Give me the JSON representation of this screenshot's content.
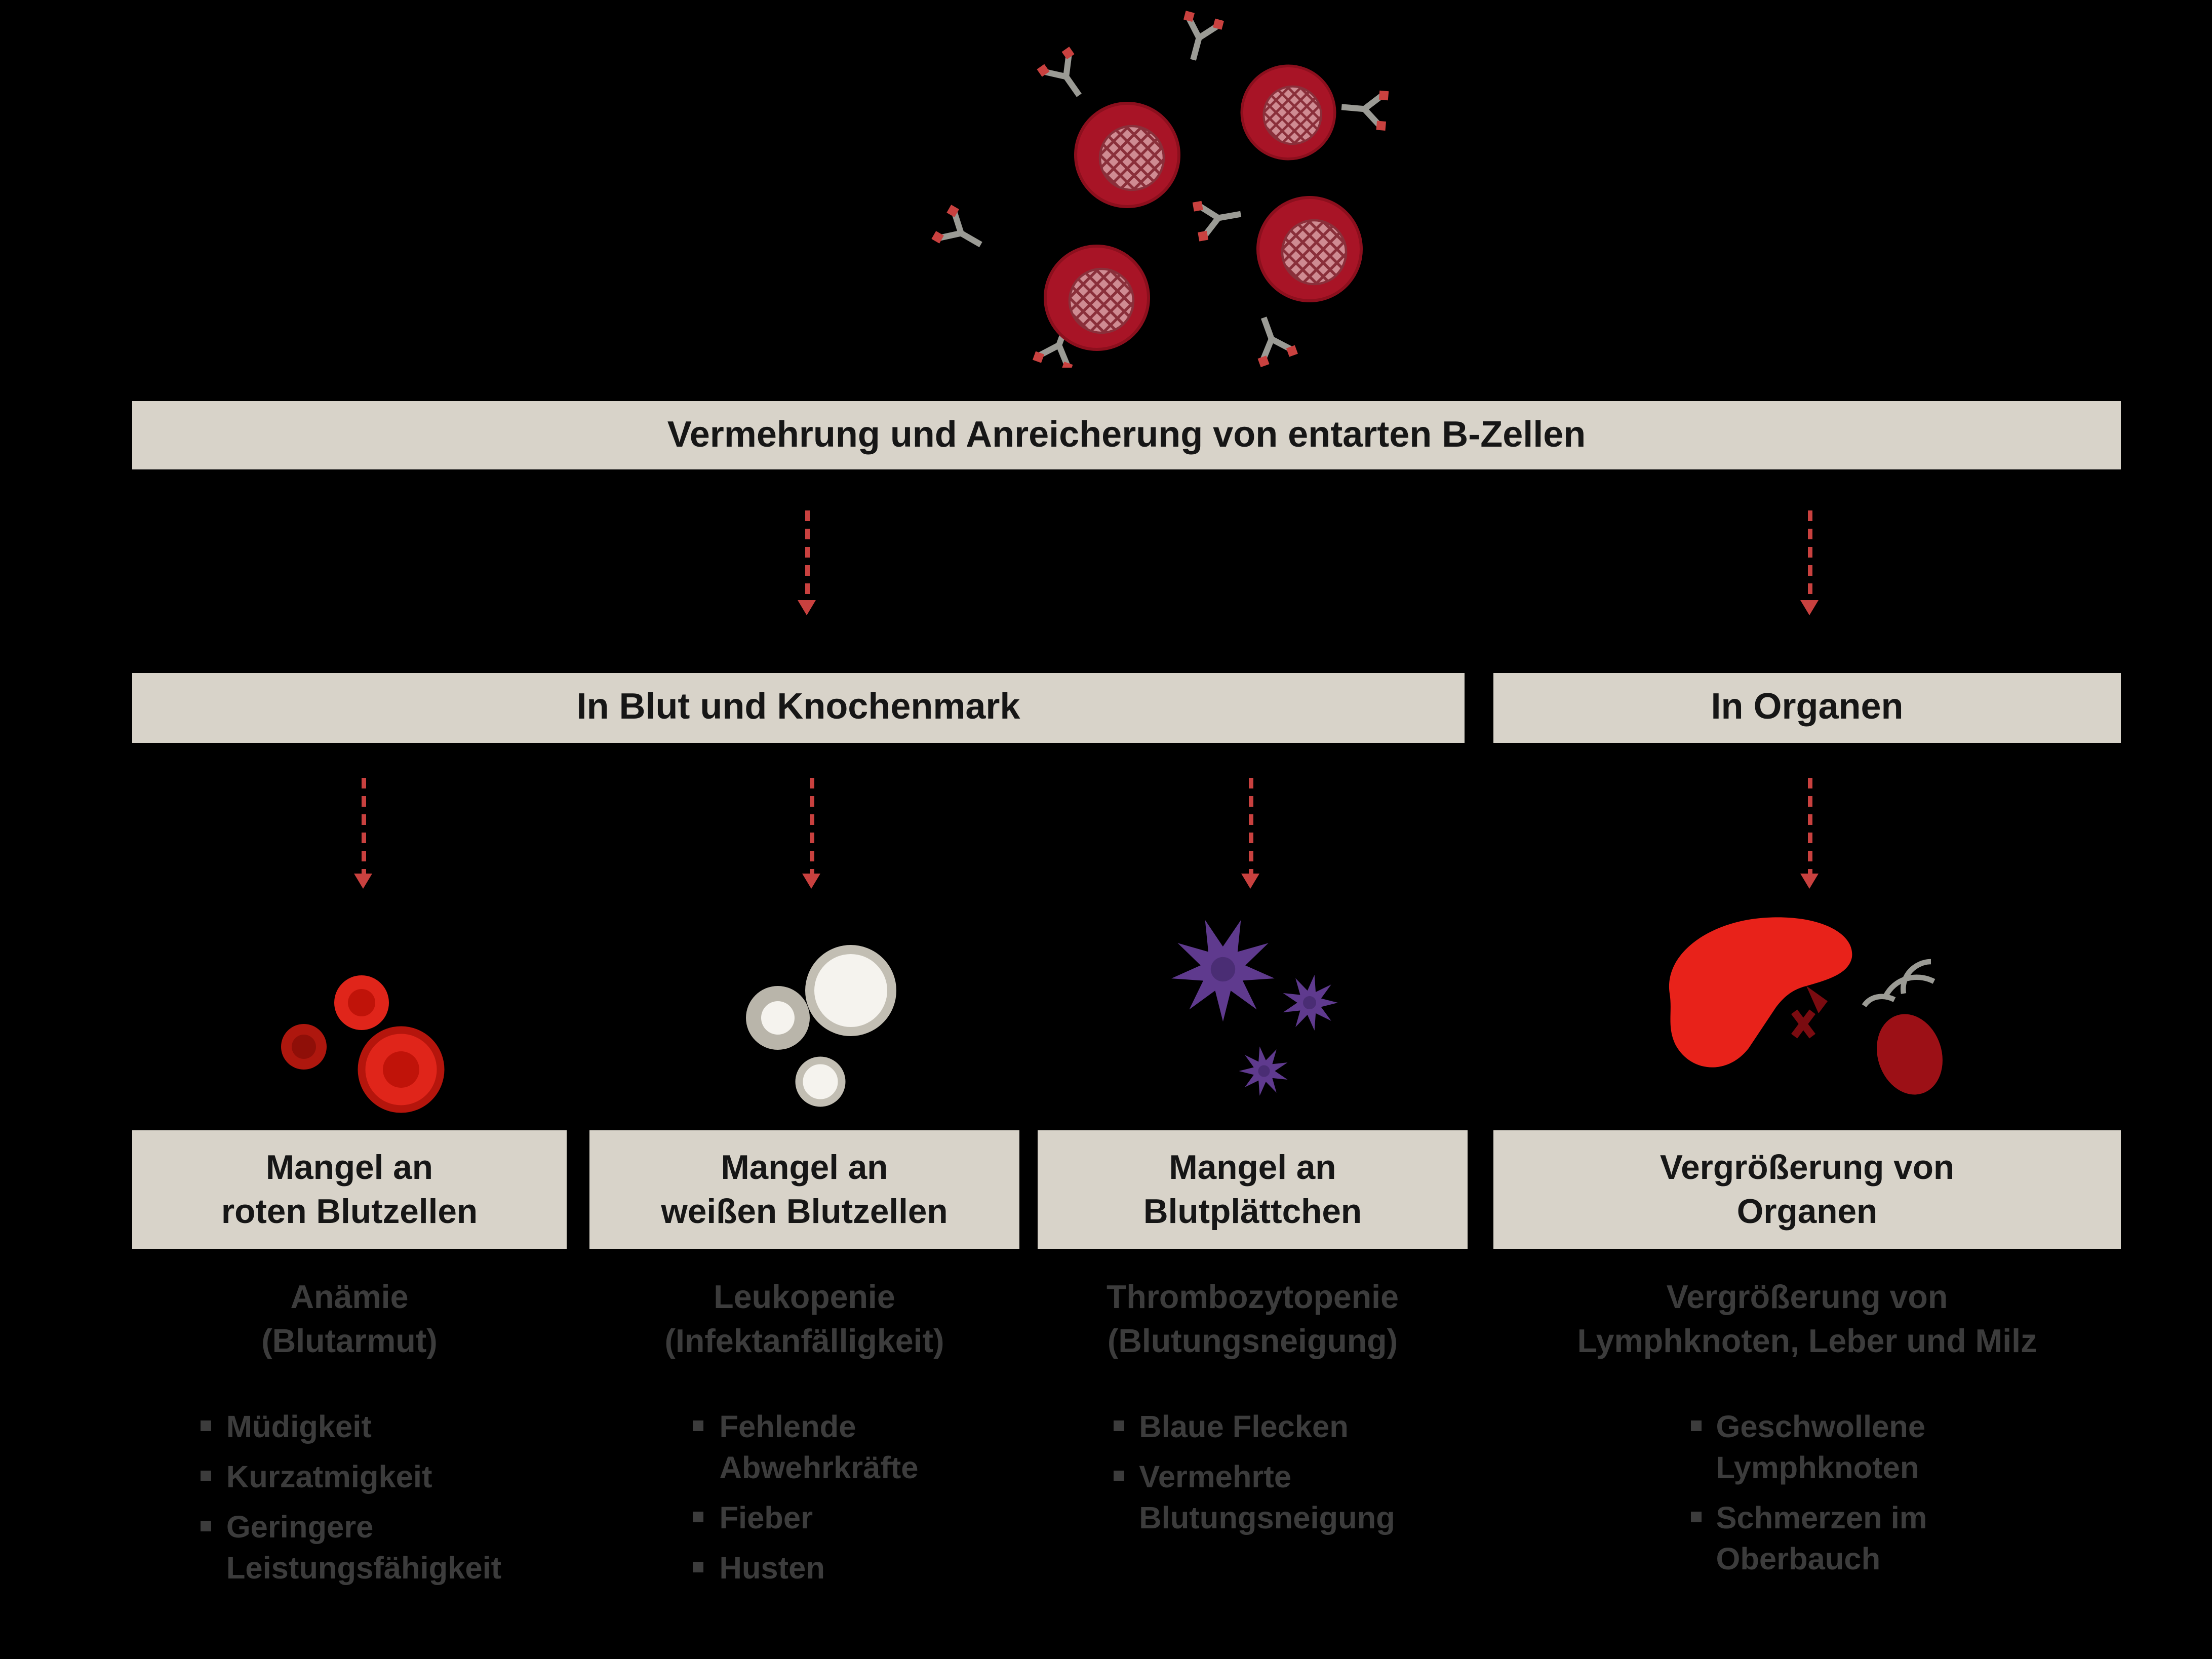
{
  "colors": {
    "background": "#000000",
    "banner_bg": "#d8d3c9",
    "banner_text": "#161616",
    "arrow_red": "#c9413f",
    "dim_text": "#3c3c3c",
    "cell_red": "#e0251a",
    "cell_dark_red": "#a81426",
    "platelet_purple": "#5f3a8e",
    "organ_red": "#e8221a",
    "spleen_red": "#9c1016",
    "antibody_gray": "#9b9b95"
  },
  "diagram": {
    "title_banner": "Vermehrung und Anreicherung von entarten B-Zellen",
    "branch_left": "In Blut und Knochenmark",
    "branch_right": "In Organen",
    "columns": [
      {
        "banner": "Mangel an\nroten Blutzellen",
        "heading": "Anämie\n(Blutarmut)",
        "bullets": [
          "Müdigkeit",
          "Kurzatmigkeit",
          "Geringere\nLeistungsfähigkeit"
        ],
        "icon": "red-blood-cells-icon"
      },
      {
        "banner": "Mangel an\nweißen Blutzellen",
        "heading": "Leukopenie\n(Infektanfälligkeit)",
        "bullets": [
          "Fehlende\nAbwehrkräfte",
          "Fieber",
          "Husten"
        ],
        "icon": "white-blood-cells-icon"
      },
      {
        "banner": "Mangel an\nBlutplättchen",
        "heading": "Thrombozytopenie\n(Blutungsneigung)",
        "bullets": [
          "Blaue Flecken",
          "Vermehrte\nBlutungsneigung"
        ],
        "icon": "platelets-icon"
      },
      {
        "banner": "Vergrößerung von\nOrganen",
        "heading": "Vergrößerung von\nLymphknoten, Leber und Milz",
        "bullets": [
          "Geschwollene\nLymphknoten",
          "Schmerzen im\nOberbauch"
        ],
        "icon": "liver-spleen-icon"
      }
    ]
  }
}
